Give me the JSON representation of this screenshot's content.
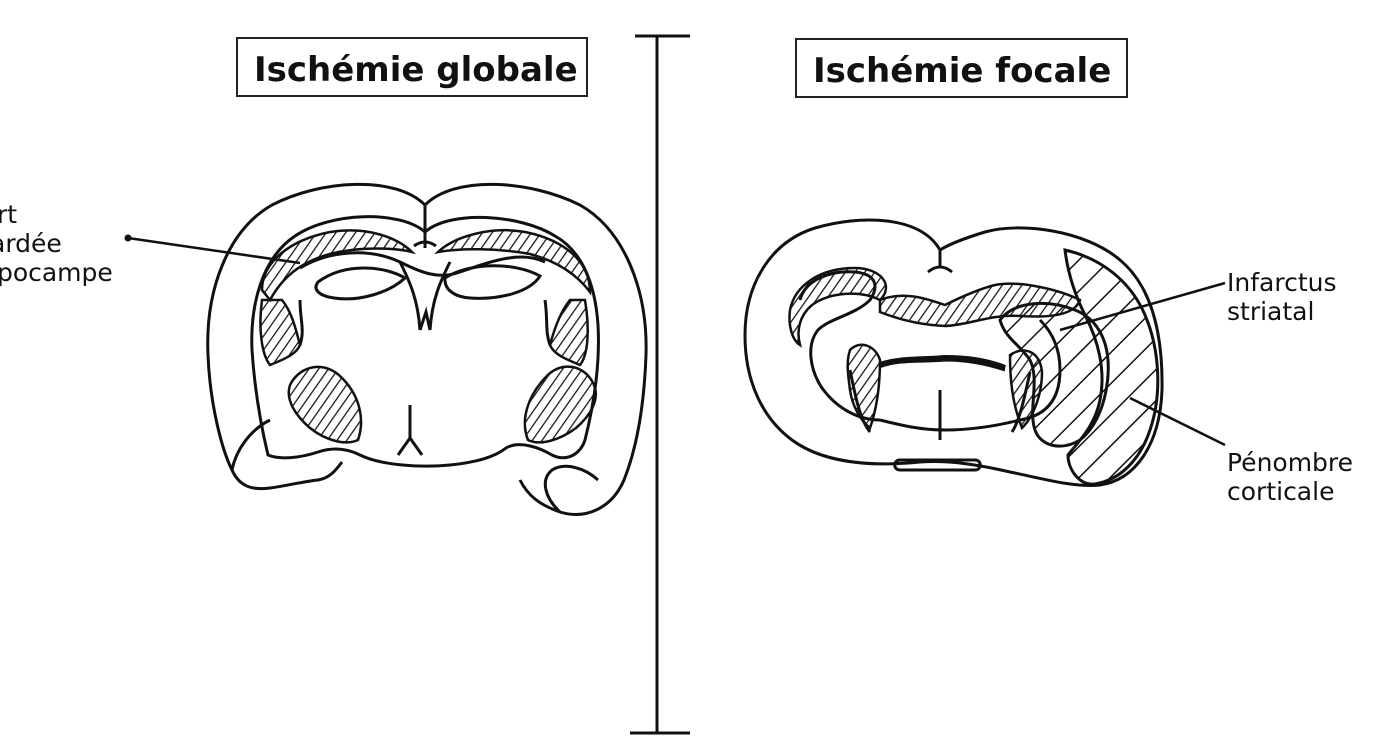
{
  "titles": {
    "global": "Ischémie globale",
    "focal": "Ischémie focale"
  },
  "labels": {
    "left": [
      "ırt",
      "ardée",
      "ıpocampe"
    ],
    "infarct": [
      "Infarctus",
      "striatal"
    ],
    "penumbra": [
      "Pénombre",
      "corticale"
    ]
  },
  "colors": {
    "ink": "#111111",
    "background": "#ffffff"
  }
}
